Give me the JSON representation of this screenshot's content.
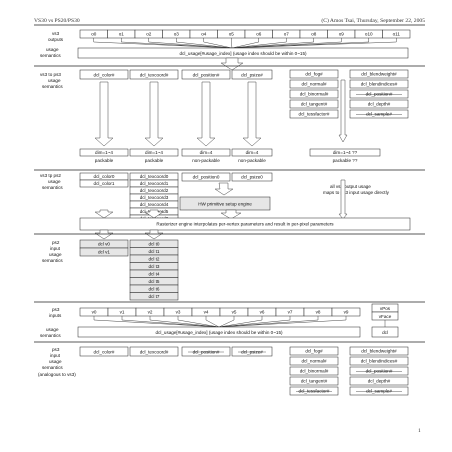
{
  "header": {
    "left": "VS30 vs PS20/PS30",
    "right": "(C) Amos Tsai, Thursday, September 22, 2005"
  },
  "labels": {
    "vs3_outputs": [
      "vs3",
      "outputs"
    ],
    "usage_semantics_1": [
      "usage",
      "semantics"
    ],
    "vs3_to_ps3": [
      "vs3 to ps3",
      "usage",
      "semantics"
    ],
    "vs3_to_ps2": [
      "vs3 tp ps2",
      "usage",
      "semantics"
    ],
    "ps2_input": [
      "ps2",
      "input",
      "usage",
      "semantics"
    ],
    "ps3_inputs": [
      "ps3",
      "inputs"
    ],
    "usage_semantics_2": [
      "usage",
      "semantics"
    ],
    "ps3_input_usage": [
      "ps3",
      "input",
      "usage",
      "semantics",
      "(analogous to vs3)"
    ]
  },
  "vs_outputs": [
    "o0",
    "o1",
    "o2",
    "o3",
    "o4",
    "o5",
    "o6",
    "o7",
    "o8",
    "o9",
    "o10",
    "o11"
  ],
  "usage_bar_1": "dcl_usage[#usage_index]  (usage index should be within 0~15)",
  "vs3_dcl": {
    "color": "dcl_color#",
    "texcoord": "dcl_texcoord#",
    "position": "dcl_position#",
    "psize": "dcl_psize#",
    "right_col1": [
      "dcl_fog#",
      "dcl_normal#",
      "dcl_binormal#",
      "dcl_tangent#",
      "dcl_tessfactor#"
    ],
    "right_col2": [
      "dcl_blendweight#",
      "dcl_blendindices#",
      "dcl_position#",
      "dcl_depth#",
      "dcl_sample#"
    ]
  },
  "packing": [
    {
      "dim": "dim=1~4",
      "pack": "packable"
    },
    {
      "dim": "dim=1~4",
      "pack": "packable"
    },
    {
      "dim": "dim=4",
      "pack": "non-packable"
    },
    {
      "dim": "dim=4",
      "pack": "non-packable"
    },
    {
      "dim": "dim=1~4 ??",
      "pack": "packable ??"
    }
  ],
  "ps2_mapping": {
    "color": [
      "dcl_color0",
      "dcl_color1"
    ],
    "texcoord": [
      "dcl_texcoord0",
      "dcl_texcoord1",
      "dcl_texcoord2",
      "dcl_texcoord3",
      "dcl_texcoord4",
      "dcl_texcoord5",
      "dcl_texcoord6",
      "dcl_texcoord7"
    ],
    "position": "dcl_position0",
    "psize": "dcl_psize0",
    "hw_engine": "HW primitive setup engine",
    "note": [
      "all vs3 output usage",
      "maps to ps3 input usage directly"
    ]
  },
  "rasterizer": "Rasterizer engine interpolates per-vertex parameters and result in per-pixel parameters",
  "ps2_inputs": {
    "v": [
      "dcl v0",
      "dcl v1"
    ],
    "t": [
      "dcl t0",
      "dcl t1",
      "dcl t2",
      "dcl t3",
      "dcl t4",
      "dcl t5",
      "dcl t6",
      "dcl t7"
    ]
  },
  "ps_inputs": [
    "v0",
    "v1",
    "v2",
    "v3",
    "v4",
    "v5",
    "v6",
    "v7",
    "v8",
    "v9"
  ],
  "vpos": "vPos",
  "vface": "vFace",
  "usage_bar_2": "dcl_usage[#usage_index]  (usage index should be within 0~15)",
  "dcl_single": "dcl",
  "ps3_dcl": {
    "color": "dcl_color#",
    "texcoord": "dcl_texcoord#",
    "position": "dcl_position#",
    "psize": "dcl_psize#",
    "right_col1": [
      "dcl_fog#",
      "dcl_normal#",
      "dcl_binormal#",
      "dcl_tangent#",
      "dcl_tessfactor#"
    ],
    "right_col2": [
      "dcl_blendweight#",
      "dcl_blendindices#",
      "dcl_position#",
      "dcl_depth#",
      "dcl_sample#"
    ]
  },
  "page_number": "1"
}
